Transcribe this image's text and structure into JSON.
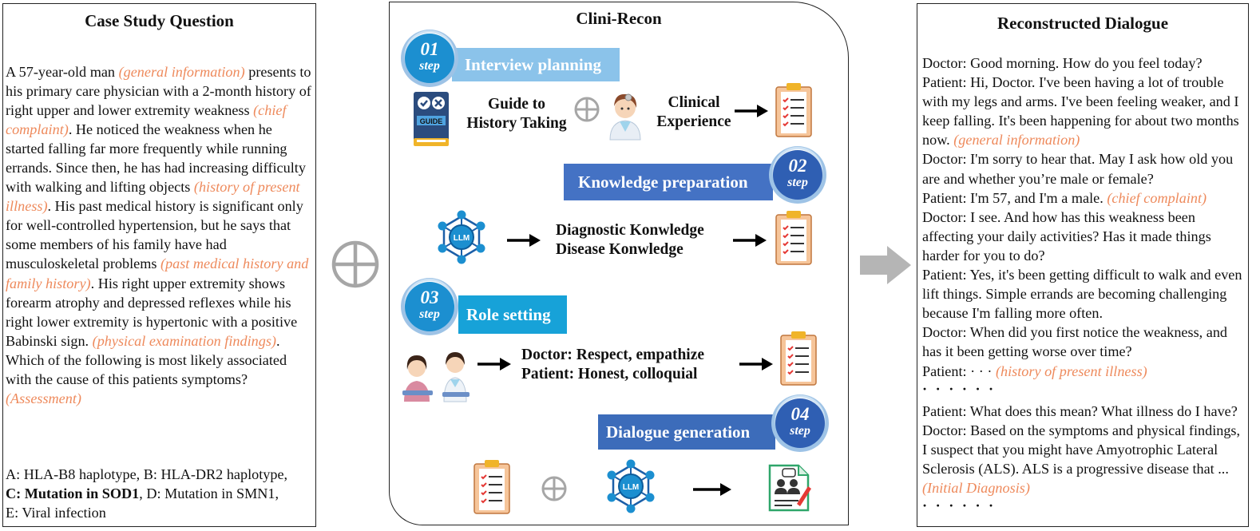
{
  "left_panel": {
    "title": "Case Study Question",
    "text_parts": [
      {
        "t": "A 57-year-old man ",
        "tag": false
      },
      {
        "t": "(general information)",
        "tag": true
      },
      {
        "t": " presents to his primary care physician with a 2-month history of right upper and lower extremity weakness ",
        "tag": false
      },
      {
        "t": "(chief complaint)",
        "tag": true
      },
      {
        "t": ". He noticed the weakness when he started falling far more frequently while running errands. Since then, he has had increasing difficulty with walking and lifting objects ",
        "tag": false
      },
      {
        "t": "(history of present illness)",
        "tag": true
      },
      {
        "t": ". His past medical history is significant only for well-controlled hypertension, but he says that some members of his family have had musculoskeletal problems ",
        "tag": false
      },
      {
        "t": "(past medical history and family history)",
        "tag": true
      },
      {
        "t": ". His right upper extremity shows forearm atrophy and depressed reflexes while his right lower extremity is hypertonic with a positive Babinski sign. ",
        "tag": false
      },
      {
        "t": "(physical examination findings)",
        "tag": true
      },
      {
        "t": ". Which of the following is most likely associated with the cause of this patients symptoms? ",
        "tag": false
      },
      {
        "t": "(Assessment)",
        "tag": true
      }
    ],
    "options": {
      "a_b": "A: HLA-B8 haplotype, B: HLA-DR2 haplotype,",
      "c": "C: Mutation in SOD1",
      "d": ",  D: Mutation in SMN1,",
      "e": "E: Viral infection"
    }
  },
  "center_panel": {
    "title": "Clini-Recon",
    "step_word": "step",
    "steps": [
      {
        "num": "01",
        "label": "Interview planning",
        "color": "#8bc3ea",
        "badge": "#1c8fd0"
      },
      {
        "num": "02",
        "label": "Knowledge preparation",
        "color": "#4472c4",
        "badge": "#2f5fb3"
      },
      {
        "num": "03",
        "label": "Role setting",
        "color": "#17a2d8",
        "badge": "#1c8fd0"
      },
      {
        "num": "04",
        "label": "Dialogue generation",
        "color": "#3c6cba",
        "badge": "#2f5fb3"
      }
    ],
    "step1": {
      "guide_l1": "Guide to",
      "guide_l2": "History Taking",
      "book_label": "GUIDE",
      "exp_l1": "Clinical",
      "exp_l2": "Experience"
    },
    "step2": {
      "llm": "LLM",
      "k1": "Diagnostic Konwledge",
      "k2": "Disease Konwledge"
    },
    "step3": {
      "doctor": "Doctor: Respect, empathize",
      "patient": "Patient: Honest, colloquial"
    },
    "step4": {
      "llm": "LLM"
    }
  },
  "right_panel": {
    "title": "Reconstructed Dialogue",
    "lines": {
      "l1": "Doctor: Good morning. How do you feel today?",
      "l2": "Patient: Hi, Doctor. I've been having a lot of trouble with my legs and arms. I've been feeling weaker, and I keep falling. It's been happening for about two months now. ",
      "l2_tag": "(general information)",
      "l3": "Doctor: I'm sorry to hear that. May I ask how old you are and whether you’re male or female?",
      "l4": "Patient: I'm 57, and I'm a male. ",
      "l4_tag": "(chief complaint)",
      "l5": "Doctor: I see. And how has this weakness been affecting your daily activities? Has it made things harder for you to do?",
      "l6": "Patient: Yes, it's been getting difficult to walk and even lift things. Simple errands are becoming challenging because I'm falling more often.",
      "l7": "Doctor: When did you first notice the weakness, and has it been getting worse over time?",
      "l8": "Patient:  · · · ",
      "l8_tag": "(history of present illness)",
      "dots": "· · · · · ·",
      "l9": "Patient: What does this mean? What illness do I have?",
      "l10": "Doctor: Based on the symptoms and physical findings, I suspect that you might have Amyotrophic Lateral Sclerosis (ALS). ALS is a progressive disease that ... ",
      "l10_tag": "(Initial Diagnosis)",
      "dots2": "· · · · · ·"
    }
  }
}
